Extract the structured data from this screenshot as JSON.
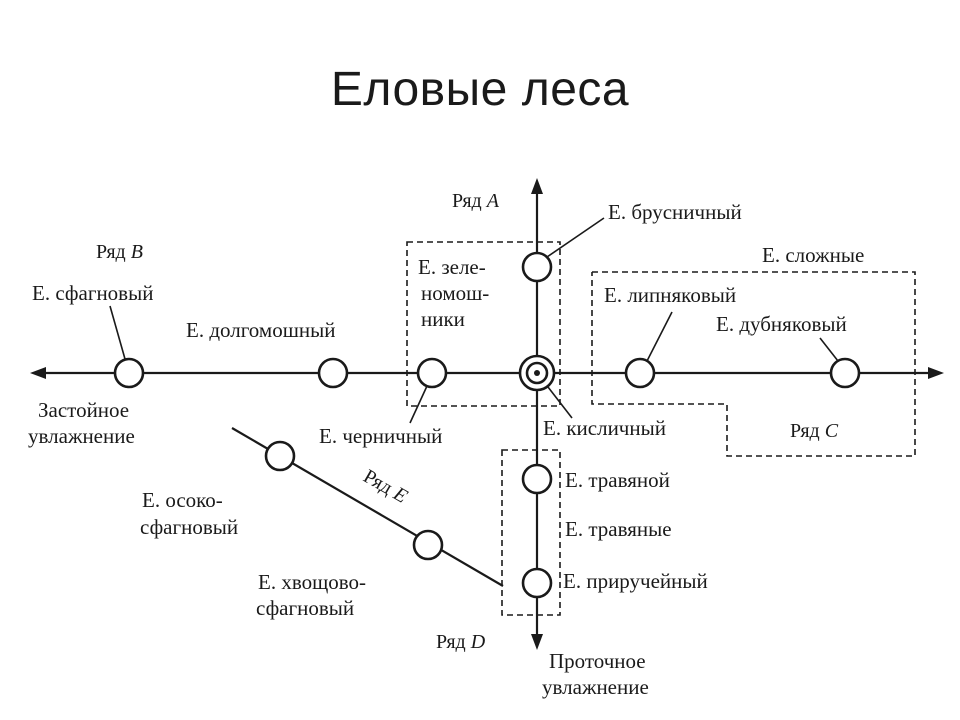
{
  "title": "Еловые леса",
  "diagram": {
    "series": {
      "a": {
        "prefix": "Ряд ",
        "letter": "A"
      },
      "b": {
        "prefix": "Ряд ",
        "letter": "B"
      },
      "c": {
        "prefix": "Ряд ",
        "letter": "C"
      },
      "d": {
        "prefix": "Ряд ",
        "letter": "D"
      },
      "e": {
        "prefix": "Ряд ",
        "letter": "E"
      }
    },
    "axis_ends": {
      "left_line1": "Застойное",
      "left_line2": "увлажнение",
      "bottom_line1": "Проточное",
      "bottom_line2": "увлажнение"
    },
    "nodes": {
      "brusnichny": "Е. брусничный",
      "zelenomoshniki_1": "Е. зеле-",
      "zelenomoshniki_2": "номош-",
      "zelenomoshniki_3": "ники",
      "slozhnye": "Е. сложные",
      "sfagnovy": "Е. сфагновый",
      "dolgomoshny": "Е. долгомошный",
      "lipnyakovy": "Е. липняковый",
      "dubnyakovy": "Е. дубняковый",
      "chernichny": "Е. черничный",
      "kislichny": "Е. кисличный",
      "osoko_1": "Е. осоко-",
      "osoko_2": "сфагновый",
      "travyanoy": "Е. травяной",
      "travyanye": "Е. травяные",
      "khvoshchovo_1": "Е. хвощово-",
      "khvoshchovo_2": "сфагновый",
      "priruchejny": "Е. приручейный"
    }
  }
}
